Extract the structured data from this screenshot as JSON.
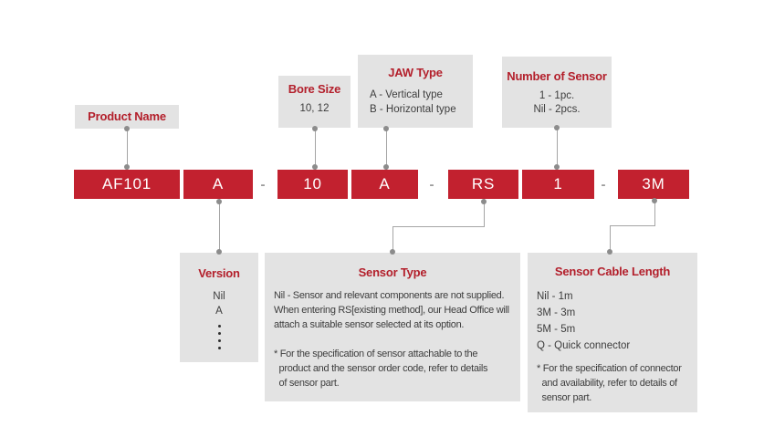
{
  "palette": {
    "accent_red": "#c2212f",
    "title_red": "#b31f2b",
    "box_gray": "#e3e3e3",
    "line_gray": "#a5a5a5",
    "dot_gray": "#8c8c8c",
    "text_dark": "#3d3d3d",
    "code_text": "#ffffff"
  },
  "code_row": {
    "segments": [
      "AF101",
      "A",
      "10",
      "A",
      "RS",
      "1",
      "3M"
    ],
    "separator": "-"
  },
  "top_labels": [
    {
      "title": "Product Name"
    },
    {
      "title": "Bore Size",
      "body": "10, 12"
    },
    {
      "title": "JAW Type",
      "body": "A - Vertical type\nB - Horizontal type"
    },
    {
      "title": "Number of Sensor",
      "body": "1 - 1pc.\nNil - 2pcs."
    }
  ],
  "bottom_labels": [
    {
      "title": "Version",
      "body": "Nil\nA"
    },
    {
      "title": "Sensor Type",
      "body": "Nil - Sensor and relevant components are not supplied.\nWhen entering RS[existing method], our Head Office will\nattach a suitable sensor selected at its option.",
      "note": "* For the specification of sensor attachable to the\n  product and the sensor order code, refer to details\n  of sensor part."
    },
    {
      "title": "Sensor Cable Length",
      "body": "Nil - 1m\n3M - 3m\n5M - 5m\nQ - Quick connector",
      "note": "* For the specification of connector\n  and availability, refer to details of\n  sensor part."
    }
  ]
}
